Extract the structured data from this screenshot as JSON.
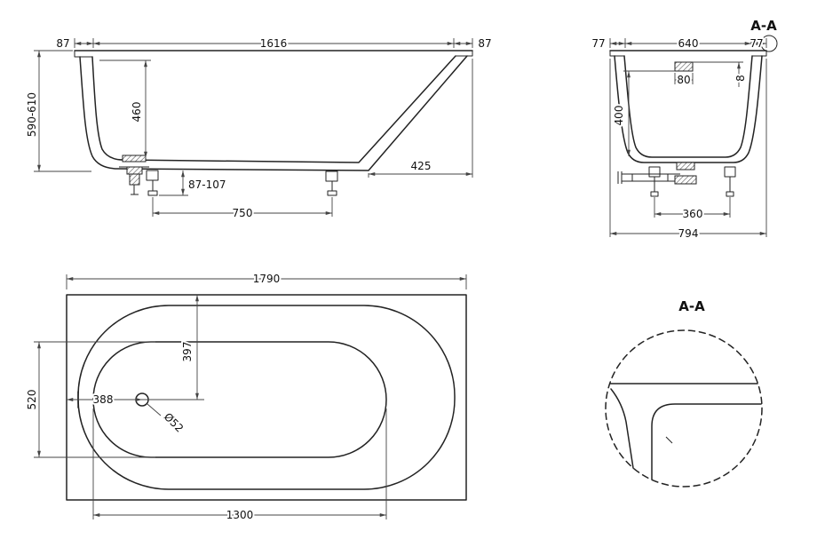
{
  "drawing": {
    "side_view": {
      "dim_rim_left": "87",
      "dim_length_inner": "1616",
      "dim_rim_right": "87",
      "dim_overall_height": "590-610",
      "dim_inner_depth": "460",
      "dim_skirt_bottom": "425",
      "dim_foot_height": "87-107",
      "dim_foot_spacing": "750"
    },
    "section_view": {
      "section_label": "A-A",
      "dim_rim_left": "77",
      "dim_width_inner": "640",
      "dim_rim_right": "77",
      "dim_overflow_width": "80",
      "dim_overflow_offset": "8",
      "dim_overflow_height": "400",
      "dim_foot_spacing": "360",
      "dim_overall_width": "794"
    },
    "plan_view": {
      "dim_overall_length": "1790",
      "dim_floor_width": "520",
      "dim_drain_from_edge": "397",
      "dim_drain_from_end": "388",
      "dim_drain_diameter": "Ø52",
      "dim_floor_length": "1300"
    },
    "detail_view": {
      "label": "A-A"
    }
  }
}
